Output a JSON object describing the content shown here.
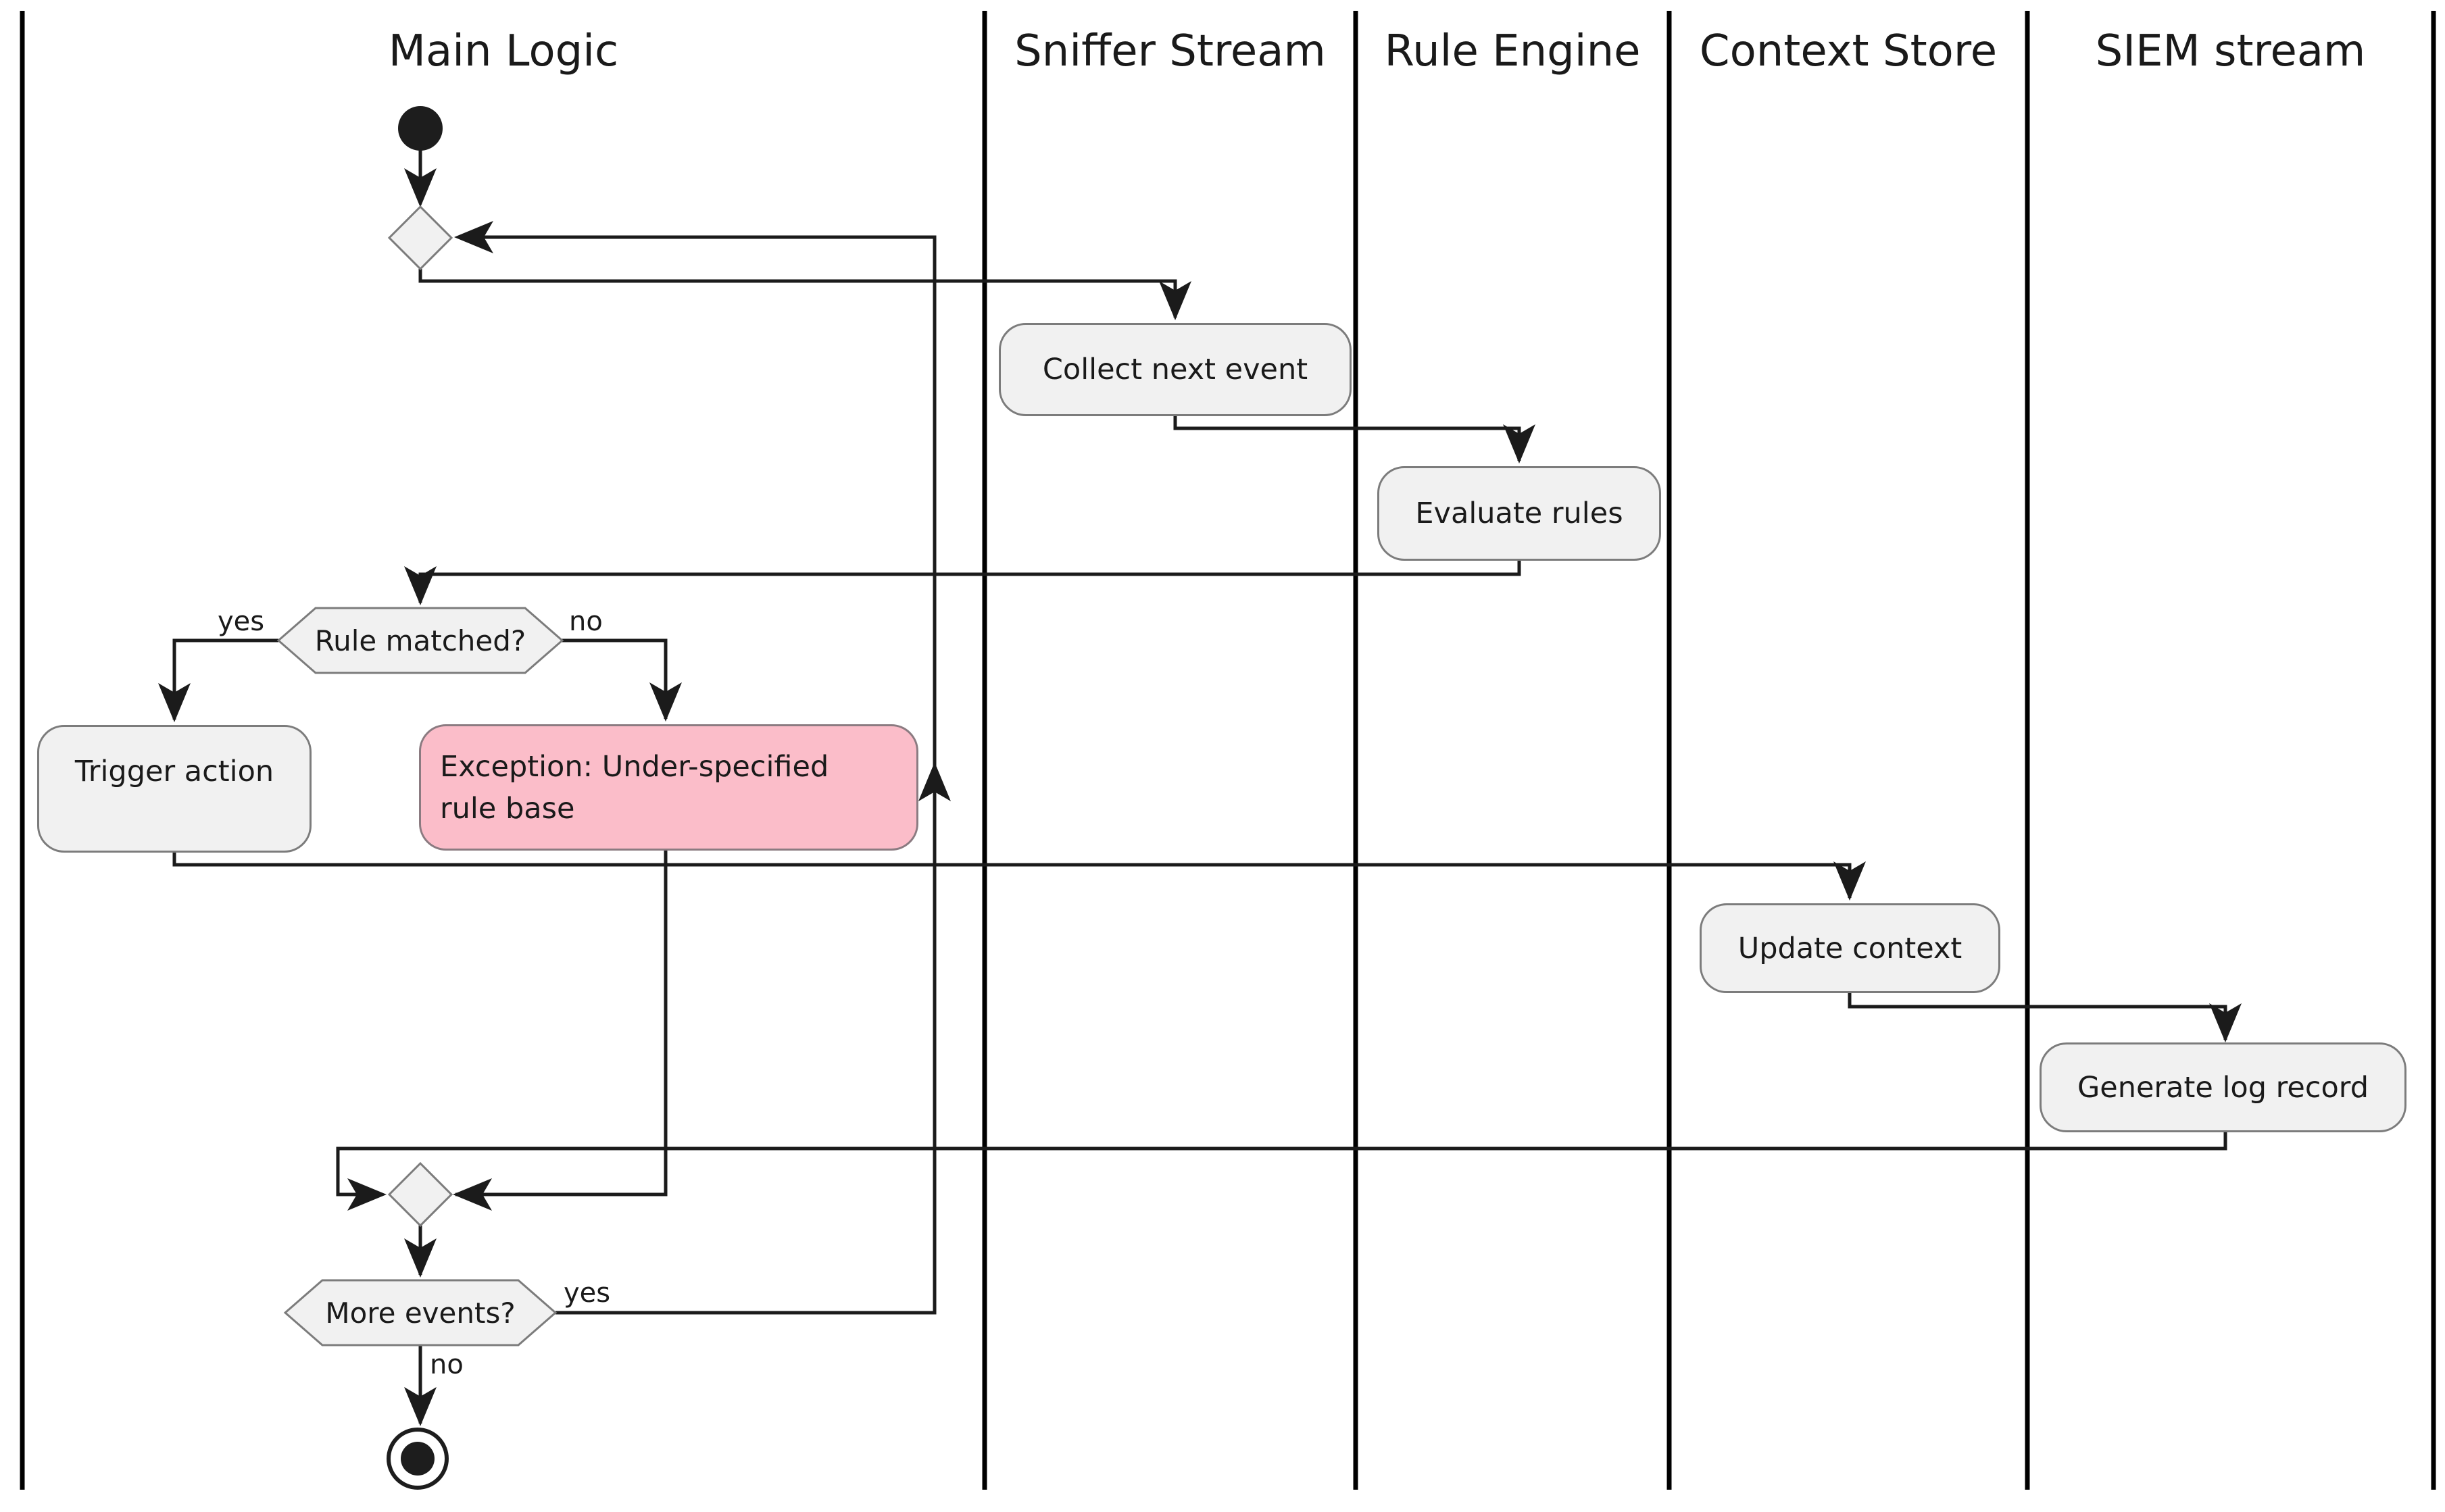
{
  "lanes": [
    {
      "title": "Main Logic"
    },
    {
      "title": "Sniffer Stream"
    },
    {
      "title": "Rule Engine"
    },
    {
      "title": "Context Store"
    },
    {
      "title": "SIEM stream"
    }
  ],
  "nodes": {
    "collect": {
      "label": "Collect next event"
    },
    "evaluate": {
      "label": "Evaluate rules"
    },
    "rule_matched": {
      "label": "Rule matched?"
    },
    "trigger": {
      "label": "Trigger action"
    },
    "exception": {
      "label": "Exception: Under-specified\nrule base"
    },
    "update": {
      "label": "Update context"
    },
    "generate": {
      "label": "Generate log record"
    },
    "more_events": {
      "label": "More events?"
    }
  },
  "edge_labels": {
    "rule_yes": "yes",
    "rule_no": "no",
    "more_yes": "yes",
    "more_no": "no"
  },
  "colors": {
    "line": "#1b1b1b",
    "lane_line": "#000000",
    "shape_fill": "#f1f1f1",
    "shape_stroke": "#7c7c7c",
    "exception_fill": "#fbbdc9",
    "exception_stroke": "#8b7b81",
    "text": "#1a1a1a",
    "bg": "#ffffff"
  }
}
